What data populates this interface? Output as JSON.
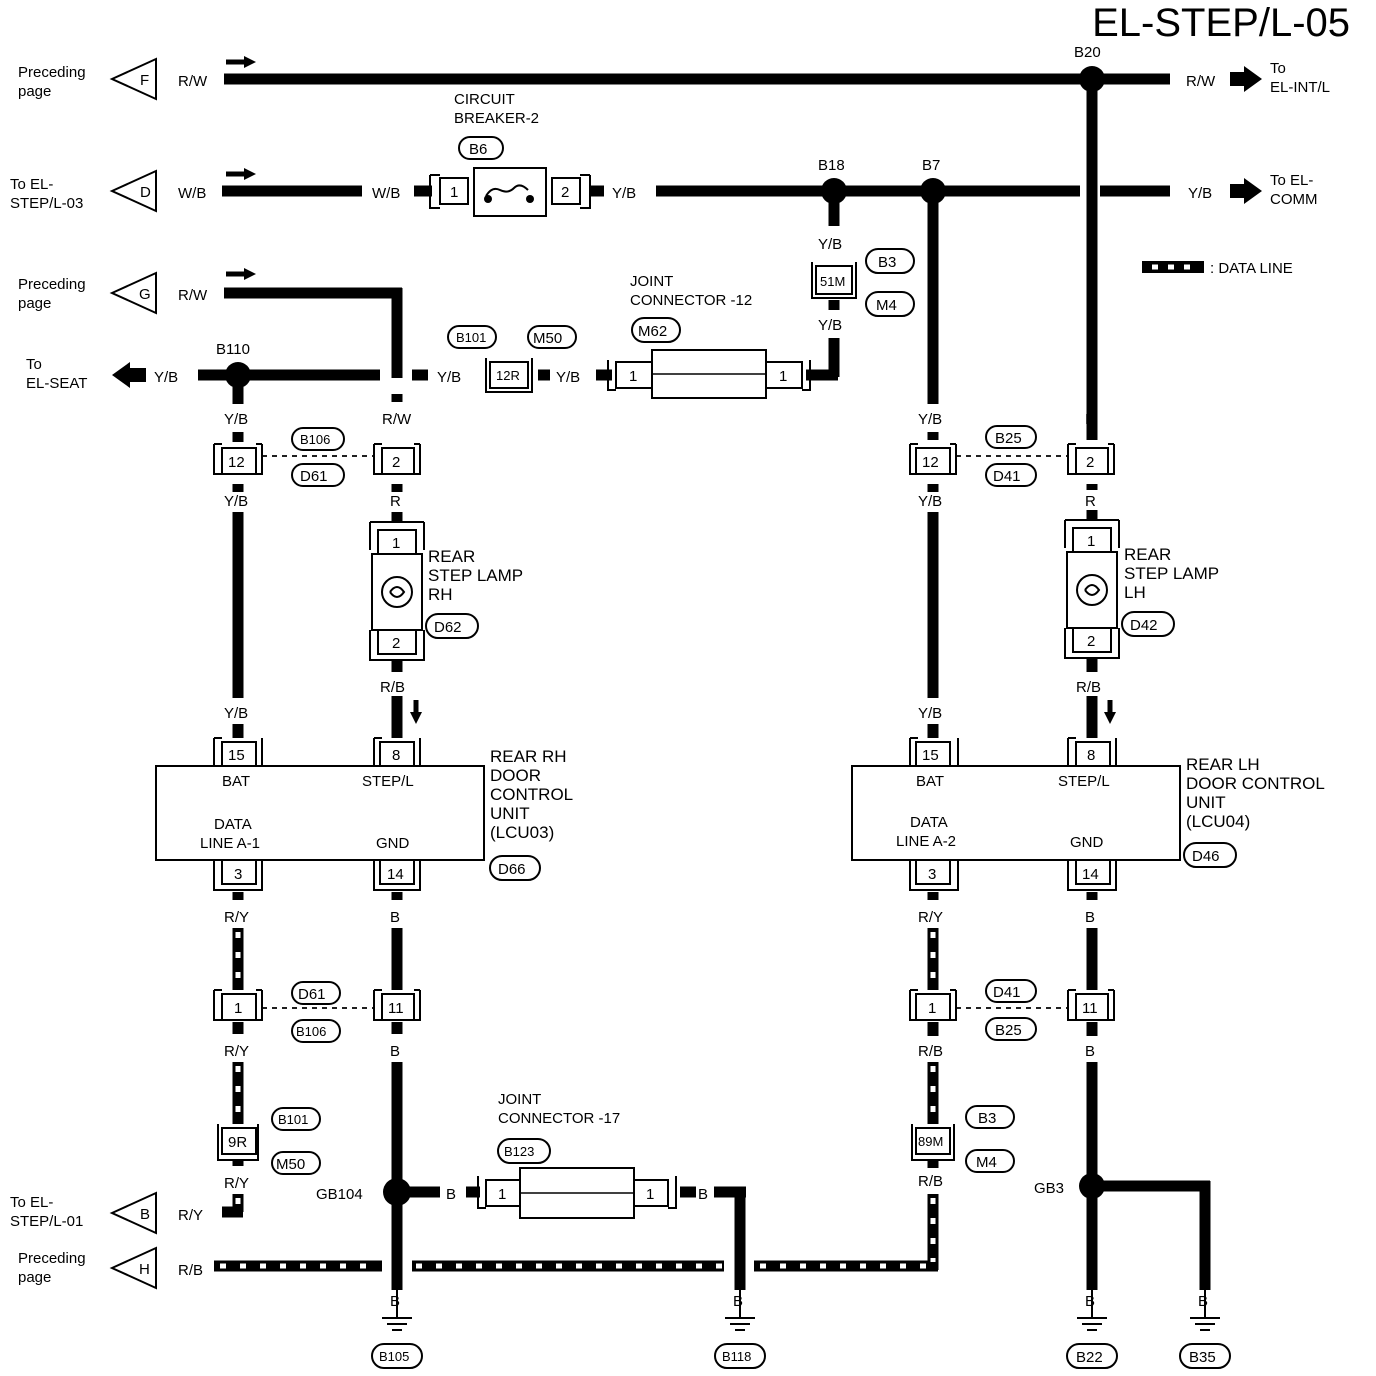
{
  "title": "EL-STEP/L-05",
  "legend": {
    "data_line": ": DATA LINE"
  },
  "offpage": {
    "F_text": [
      "Preceding",
      "page"
    ],
    "F": "F",
    "F_wire": "R/W",
    "D_text": [
      "To EL-",
      "STEP/L-03"
    ],
    "D": "D",
    "D_wire": "W/B",
    "G_text": [
      "Preceding",
      "page"
    ],
    "G": "G",
    "G_wire": "R/W",
    "seat_text": [
      "To",
      "EL-SEAT"
    ],
    "seat_wire": "Y/B",
    "B_text": [
      "To EL-",
      "STEP/L-01"
    ],
    "B": "B",
    "B_wire": "R/Y",
    "H_text": [
      "Preceding",
      "page"
    ],
    "H": "H",
    "H_wire": "R/B",
    "intl_text": [
      "To",
      "EL-INT/L"
    ],
    "intl_wire": "R/W",
    "comm_text": [
      "To EL-",
      "COMM"
    ],
    "comm_wire": "Y/B"
  },
  "splices": {
    "b20": "B20",
    "b18": "B18",
    "b7": "B7",
    "b110": "B110",
    "gb104": "GB104",
    "gb3": "GB3"
  },
  "breaker": {
    "name": [
      "CIRCUIT",
      "BREAKER-2"
    ],
    "conn": "B6",
    "pin1": "1",
    "pin2": "2",
    "wire_in": "W/B",
    "wire_out": "Y/B"
  },
  "joint12": {
    "name": [
      "JOINT",
      "CONNECTOR -12"
    ],
    "conn": "M62",
    "pin": "1"
  },
  "joint17": {
    "name": [
      "JOINT",
      "CONNECTOR -17"
    ],
    "conn": "B123",
    "pin": "1"
  },
  "conn51m": {
    "label": "51M",
    "c1": "B3",
    "c2": "M4",
    "w_top": "Y/B",
    "w_bot": "Y/B"
  },
  "conn12r": {
    "label": "12R",
    "c1": "B101",
    "c2": "M50",
    "w_left": "Y/B",
    "w_right": "Y/B"
  },
  "conn9r": {
    "label": "9R",
    "c1": "B101",
    "c2": "M50"
  },
  "conn89m": {
    "label": "89M",
    "c1": "B3",
    "c2": "M4"
  },
  "rh": {
    "lamp": [
      "REAR",
      "STEP LAMP",
      "RH"
    ],
    "lamp_conn": "D62",
    "unit": [
      "REAR RH",
      "DOOR",
      "CONTROL",
      "UNIT",
      "(LCU03)"
    ],
    "unit_conn": "D66",
    "conn_top": [
      "B106",
      "D61"
    ],
    "conn_bot": [
      "D61",
      "B106"
    ],
    "pin_bat": "15",
    "pin_step": "8",
    "pin_data": "3",
    "pin_gnd": "14",
    "bat": "BAT",
    "step": "STEP/L",
    "data": [
      "DATA",
      "LINE A-1"
    ],
    "gnd": "GND"
  },
  "lh": {
    "lamp": [
      "REAR",
      "STEP LAMP",
      "LH"
    ],
    "lamp_conn": "D42",
    "unit": [
      "REAR LH",
      "DOOR CONTROL",
      "UNIT",
      "(LCU04)"
    ],
    "unit_conn": "D46",
    "conn_top": [
      "B25",
      "D41"
    ],
    "conn_bot": [
      "D41",
      "B25"
    ],
    "pin_bat": "15",
    "pin_step": "8",
    "pin_data": "3",
    "pin_gnd": "14",
    "bat": "BAT",
    "step": "STEP/L",
    "data": [
      "DATA",
      "LINE A-2"
    ],
    "gnd": "GND"
  },
  "pins": {
    "p12": "12",
    "p2": "2",
    "p1": "1",
    "p11": "11"
  },
  "wires": {
    "yb": "Y/B",
    "rw": "R/W",
    "r": "R",
    "rb": "R/B",
    "ry": "R/Y",
    "b": "B"
  },
  "grounds": {
    "b105": "B105",
    "b118": "B118",
    "b22": "B22",
    "b35": "B35"
  }
}
